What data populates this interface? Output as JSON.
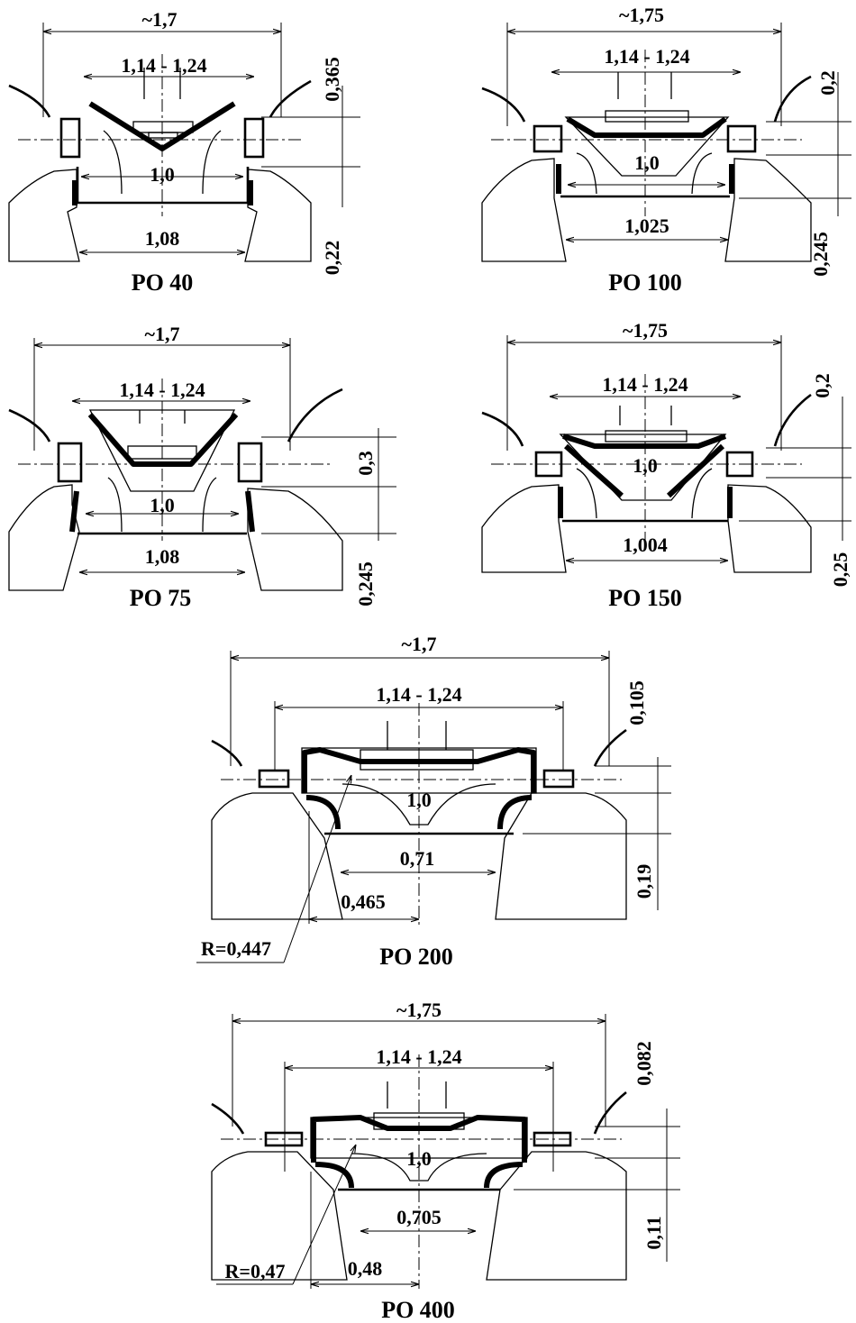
{
  "figures": [
    {
      "id": "po40",
      "caption": "PO 40",
      "dims": {
        "overall": "~1,7",
        "range": "1,14 - 1,24",
        "ref": "1,0",
        "bottom": "1,08",
        "v1": "0,365",
        "v2": "0,22"
      }
    },
    {
      "id": "po100",
      "caption": "PO 100",
      "dims": {
        "overall": "~1,75",
        "range": "1,14 - 1,24",
        "ref": "1,0",
        "bottom": "1,025",
        "v1": "0,2",
        "v2": "0,245"
      }
    },
    {
      "id": "po75",
      "caption": "PO 75",
      "dims": {
        "overall": "~1,7",
        "range": "1,14 - 1,24",
        "ref": "1,0",
        "bottom": "1,08",
        "v1": "0,3",
        "v2": "0,245"
      }
    },
    {
      "id": "po150",
      "caption": "PO 150",
      "dims": {
        "overall": "~1,75",
        "range": "1,14 - 1,24",
        "ref": "1,0",
        "bottom": "1,004",
        "v1": "0,2",
        "v2": "0,25"
      }
    },
    {
      "id": "po200",
      "caption": "PO 200",
      "dims": {
        "overall": "~1,7",
        "range": "1,14 - 1,24",
        "ref": "1,0",
        "bottom": "0,71",
        "half": "0,465",
        "radius": "R=0,447",
        "v1": "0,105",
        "v2": "0,19"
      }
    },
    {
      "id": "po400",
      "caption": "PO 400",
      "dims": {
        "overall": "~1,75",
        "range": "1,14 - 1,24",
        "ref": "1,0",
        "bottom": "0,705",
        "half": "0,48",
        "radius": "R=0,47",
        "v1": "0,082",
        "v2": "0,11"
      }
    }
  ]
}
